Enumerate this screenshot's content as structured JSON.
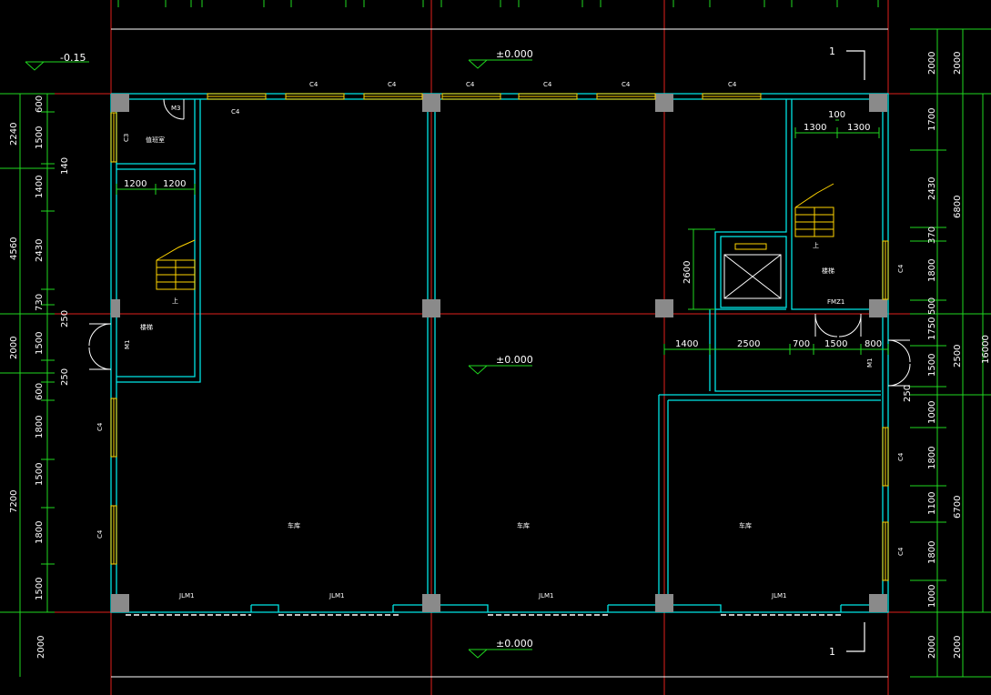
{
  "colors": {
    "background": "#000000",
    "wall": "#00e5e5",
    "axis": "#e0201c",
    "dimension": "#1fd81f",
    "window": "#ffd400",
    "column": "#8a8a8a",
    "door": "#ffffff",
    "text": "#ffffff"
  },
  "levels": {
    "outside": "-0.15",
    "top": "±0.000",
    "center": "±0.000",
    "bottom": "±0.000"
  },
  "section_marks": {
    "top": "1",
    "bottom": "1"
  },
  "windows": {
    "top": [
      "C4",
      "C4",
      "C4",
      "C4",
      "C4",
      "C4",
      "C4"
    ],
    "left": [
      "C4",
      "C4"
    ],
    "right": [
      "C4",
      "C4",
      "C4"
    ],
    "office": "C3"
  },
  "doors": {
    "m3": "M3",
    "fire_door": "FMZ1",
    "gate_left": "JLM1",
    "gate_mid": "JLM1",
    "gate_right_mid": "JLM1",
    "gate_right": "JLM1",
    "side_left": "M1",
    "side_right": "M1"
  },
  "rooms": {
    "office": "值班室",
    "stair_left": "楼梯",
    "stair_right": "楼梯",
    "stair_up_left": "上",
    "stair_up_right": "上",
    "hall_left": "车库",
    "hall_mid": "车库",
    "hall_right": "车库"
  },
  "dims": {
    "left_outer": [
      "2240",
      "4560",
      "2000",
      "7200",
      "2000"
    ],
    "left_inner": [
      "600",
      "1500",
      "140",
      "1400",
      "2430",
      "730",
      "250",
      "1500",
      "250",
      "600",
      "1800",
      "1500",
      "1800",
      "1500"
    ],
    "right_inner": [
      "2000",
      "1700",
      "2430",
      "370",
      "1800",
      "500",
      "1750",
      "1500",
      "250",
      "1000",
      "1800",
      "1100",
      "1800",
      "1000",
      "2000"
    ],
    "right_mid": [
      "2000",
      "6800",
      "2500",
      "6700",
      "2000"
    ],
    "right_total": "16000",
    "stair_left": [
      "1200",
      "1200"
    ],
    "stair_right_top": "100",
    "stair_right": [
      "1300",
      "1300"
    ],
    "elevator_height": "2600",
    "lobby": [
      "1400",
      "2500",
      "700",
      "1500",
      "800"
    ]
  }
}
